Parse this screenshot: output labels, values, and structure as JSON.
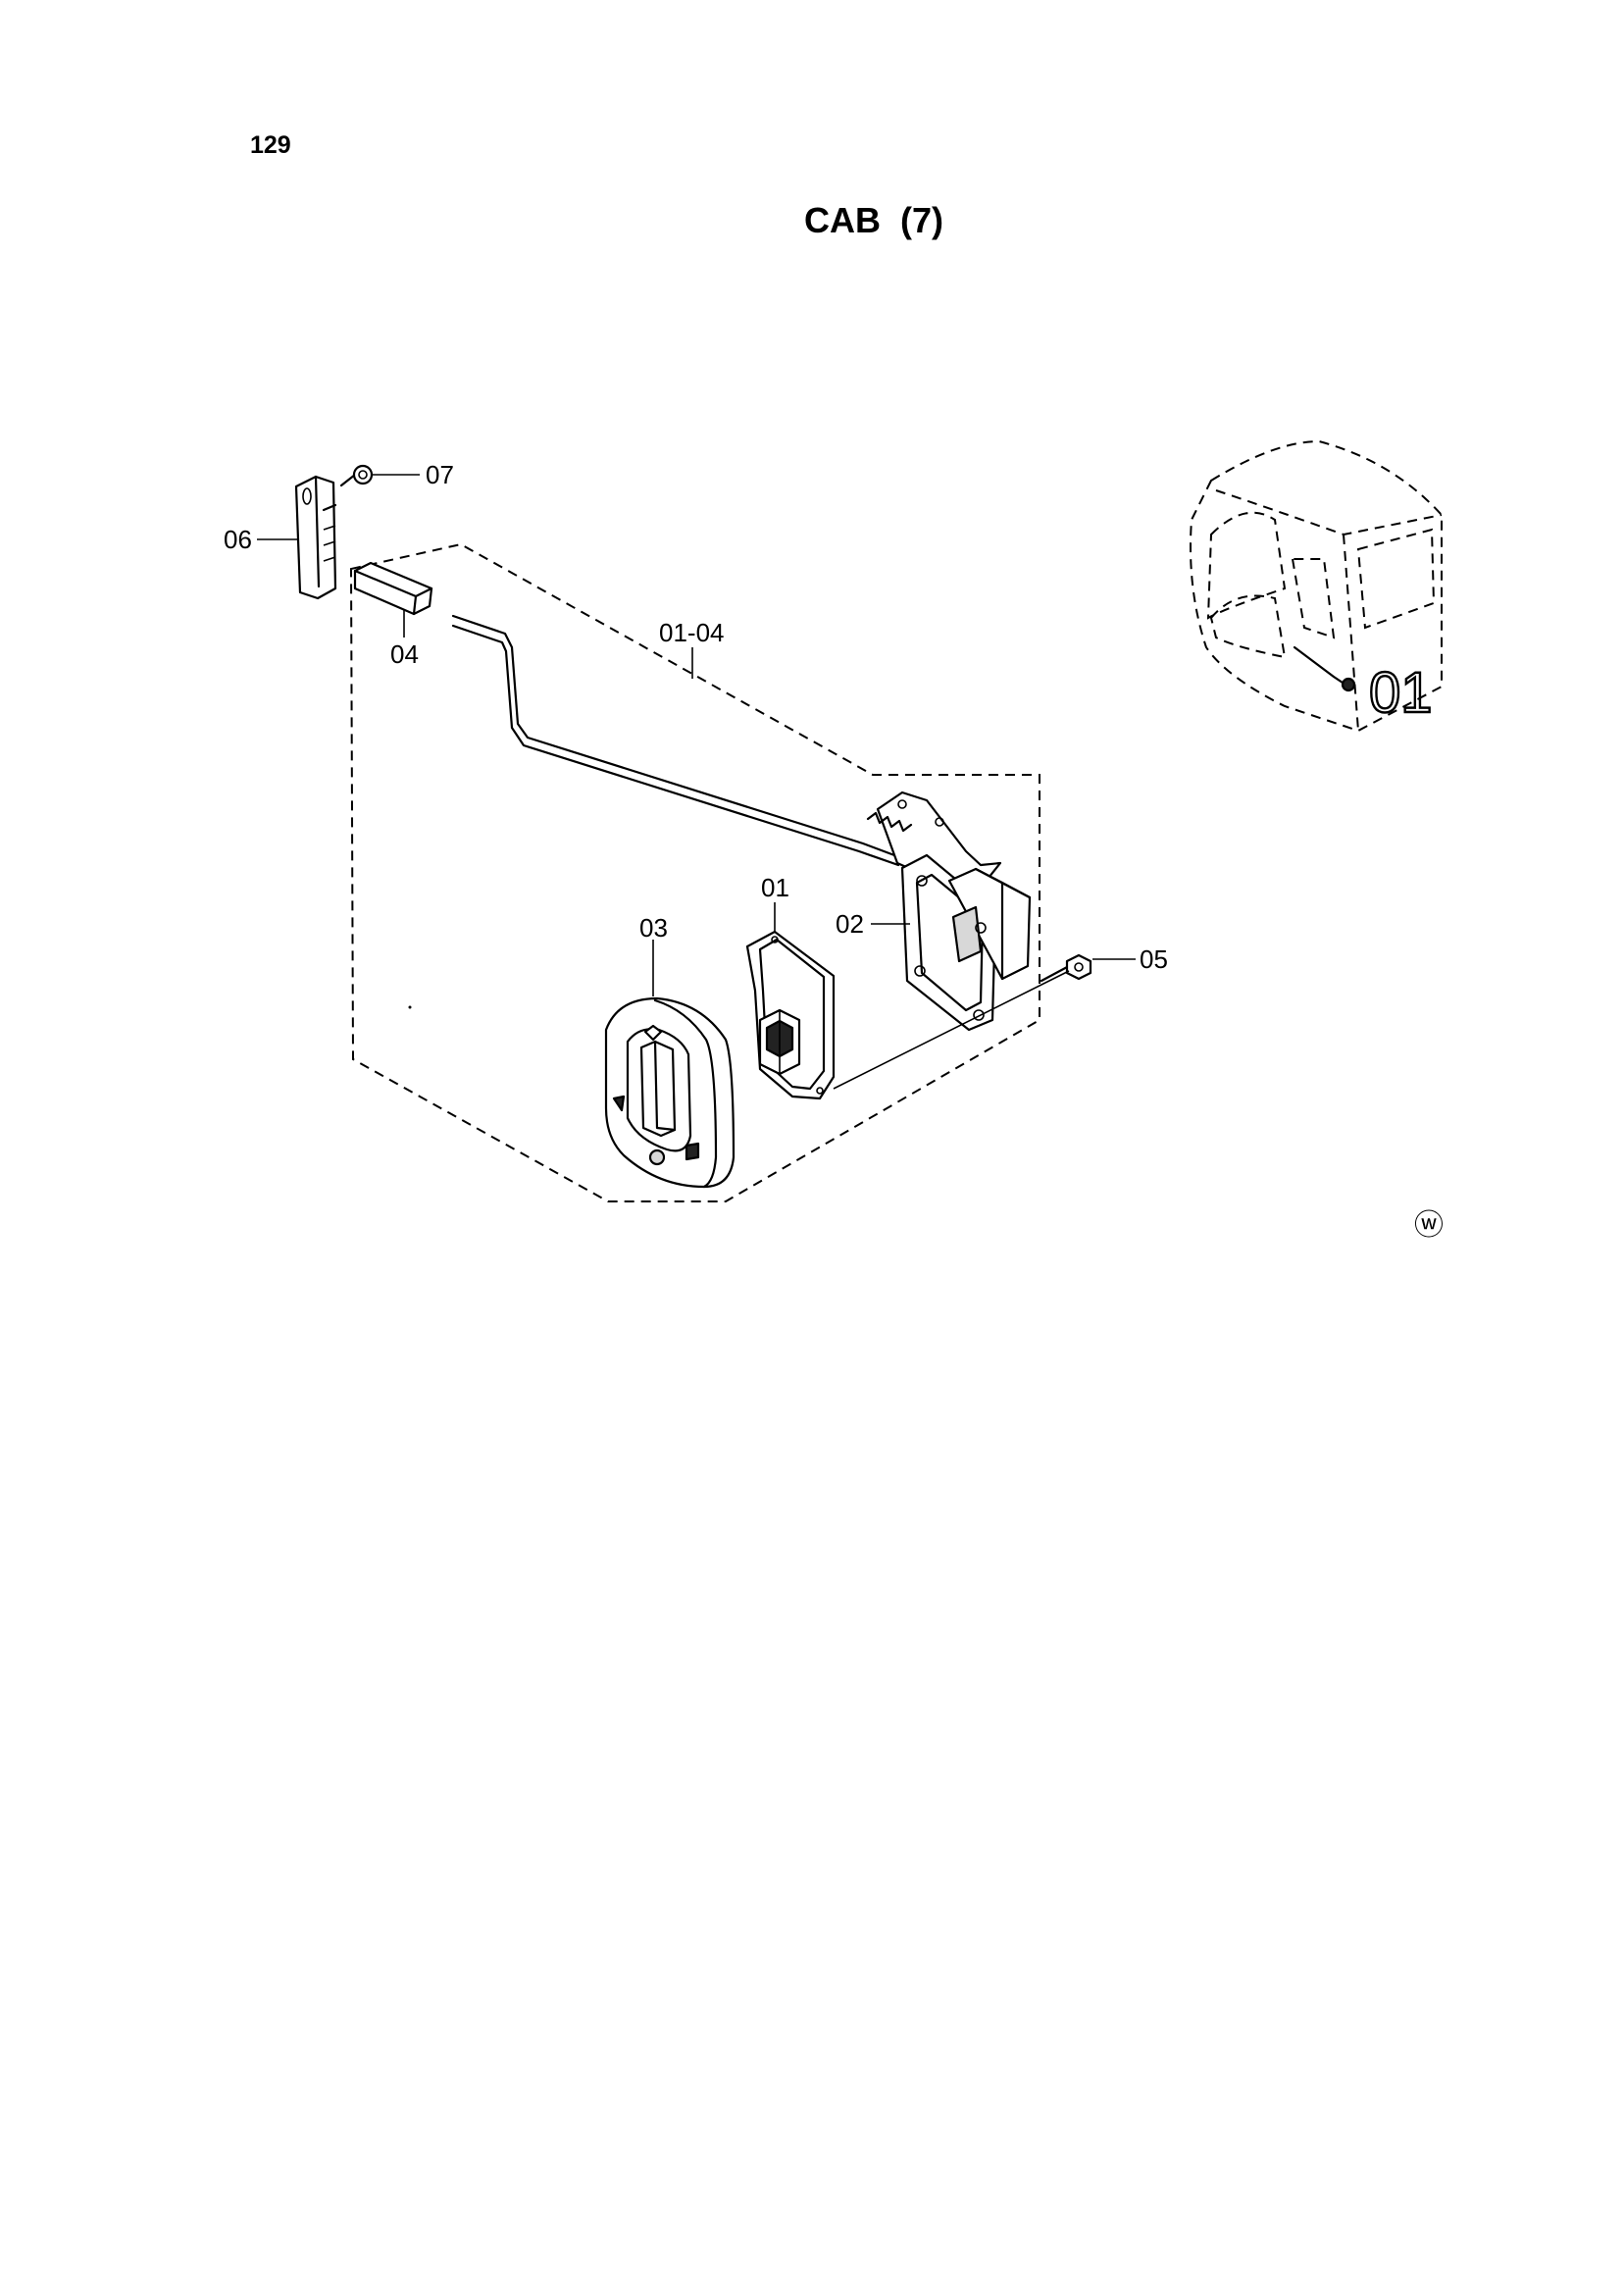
{
  "page": {
    "number": "129",
    "title": "CAB  (7)"
  },
  "callouts": {
    "c07": "07",
    "c06": "06",
    "c04": "04",
    "c0104": "01-04",
    "c01": "01",
    "c03": "03",
    "c02": "02",
    "c05": "05"
  },
  "cab": {
    "marking": "01"
  },
  "symbols": {
    "corner_mark": "ⓦ"
  }
}
